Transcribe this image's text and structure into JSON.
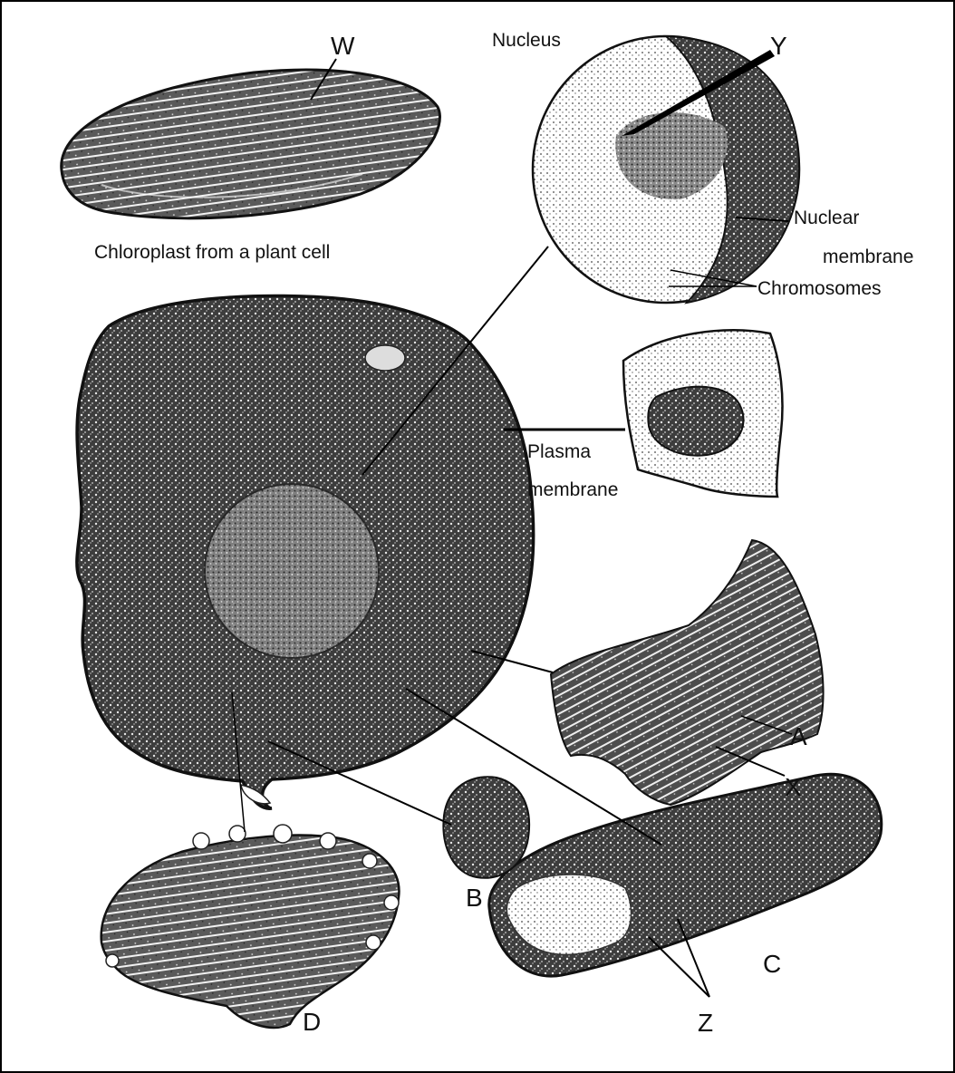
{
  "diagram": {
    "labels": {
      "W": "W",
      "Y": "Y",
      "A": "A",
      "X": "X",
      "B": "B",
      "C": "C",
      "D": "D",
      "Z": "Z",
      "nucleus": "Nucleus",
      "nuclear_membrane_line1": "Nuclear",
      "nuclear_membrane_line2": "membrane",
      "chromosomes": "Chromosomes",
      "chloroplast_caption": "Chloroplast from a plant cell",
      "plasma_membrane_line1": "Plasma",
      "plasma_membrane_line2": "membrane"
    },
    "colors": {
      "ink": "#1a1a1a",
      "paper": "#ffffff",
      "border": "#000000"
    }
  }
}
